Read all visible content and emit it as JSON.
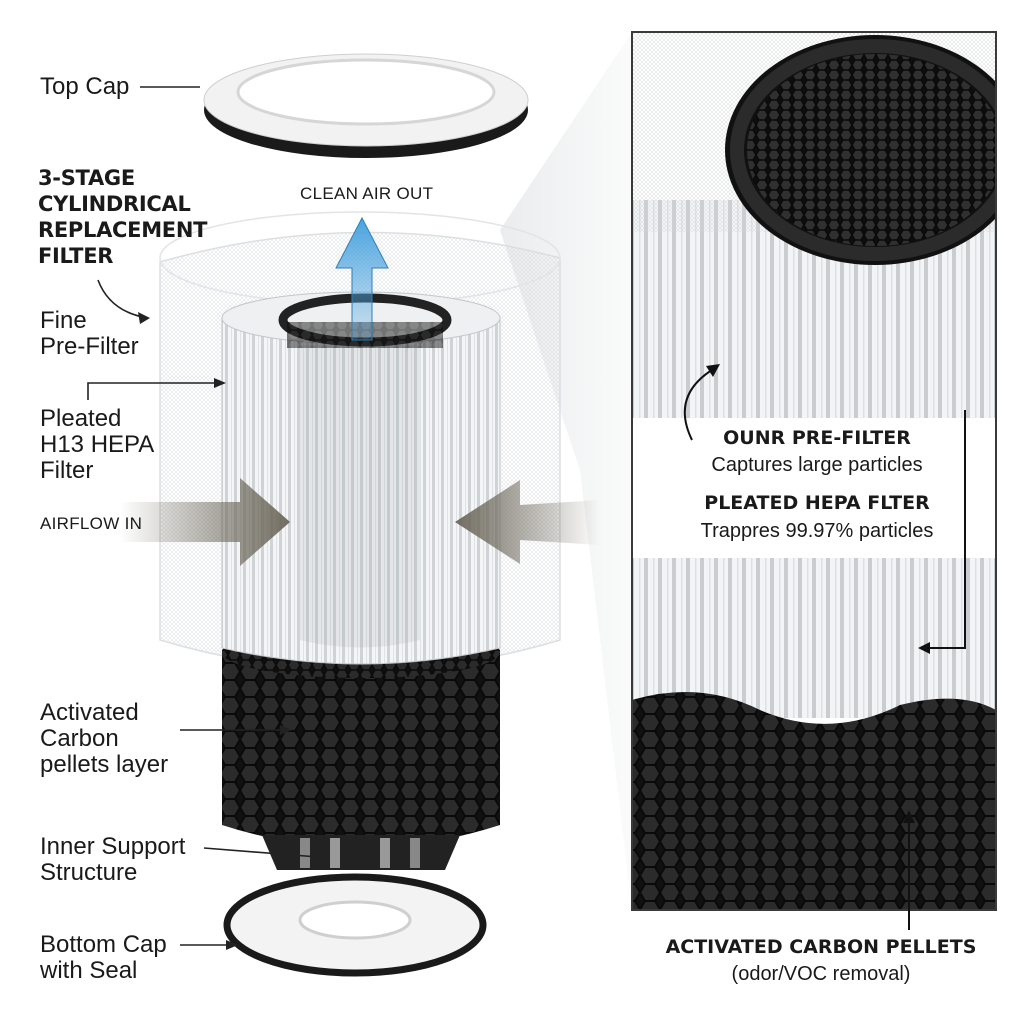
{
  "title_lines": [
    "3-STAGE",
    "CYLINDRICAL",
    "REPLACEMENT",
    "FILTER"
  ],
  "labels": {
    "top_cap": "Top Cap",
    "fine_prefilter": [
      "Fine",
      "Pre-Filter"
    ],
    "pleated_hepa": [
      "Pleated",
      "H13 HEPA",
      "Filter"
    ],
    "airflow_in": "AIRFLOW IN",
    "clean_air_out": "CLEAN AIR OUT",
    "carbon_layer": [
      "Activated",
      "Carbon",
      "pellets layer"
    ],
    "inner_support": [
      "Inner Support",
      "Structure"
    ],
    "bottom_cap": [
      "Bottom Cap",
      "with Seal"
    ]
  },
  "detail": {
    "prefilter_title": "OUNR PRE-FILTER",
    "prefilter_sub": "Captures large particles",
    "hepa_title": "PLEATED HEPA FLTER",
    "hepa_sub": "Trappres 99.97% particles",
    "carbon_title": "ACTIVATED CARBON PELLETS",
    "carbon_sub": "(odor/VOC removal)"
  },
  "colors": {
    "arrow_blue": "#4aa3df",
    "arrow_gray": "#6b6659",
    "carbon": "#1c1c1c",
    "pleat": "#e9ecee"
  }
}
